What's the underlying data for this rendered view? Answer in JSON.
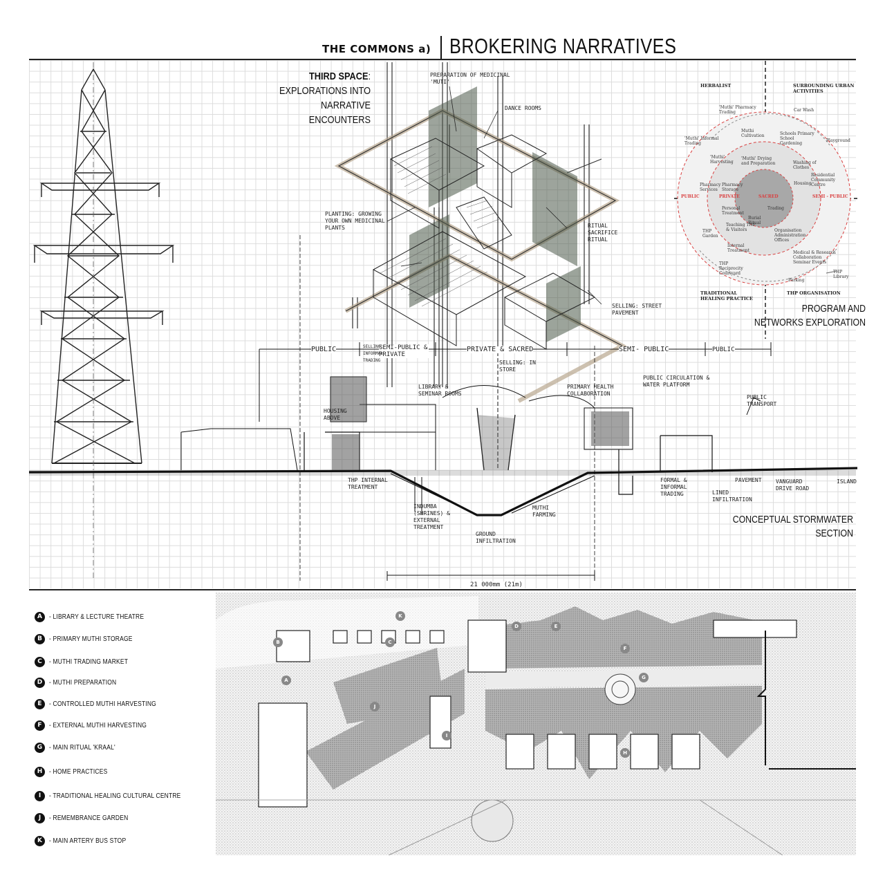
{
  "header": {
    "title_left": "THE COMMONS a)",
    "title_right": "BROKERING NARRATIVES"
  },
  "third_space": {
    "bold": "THIRD SPACE",
    "colon": ":",
    "lines": [
      "EXPLORATIONS INTO",
      "NARRATIVE",
      "ENCOUNTERS"
    ]
  },
  "axon_notes": {
    "n1": "PREPARATION OF MEDICINAL 'MUTI'",
    "n2": "DANCE ROOMS",
    "n3": "PLANTING: GROWING YOUR OWN MEDICINAL PLANTS",
    "n4": "RITUAL SACRIFICE RITUAL",
    "n5": "SELLING: STREET PAVEMENT"
  },
  "network": {
    "q_tl": "HERBALIST",
    "q_tr": "SURROUNDING URBAN ACTIVITIES",
    "q_bl": "TRADITIONAL HEALING PRACTICE",
    "q_br": "THP ORGANISATION",
    "axis_left": "PUBLIC",
    "axis_center": "SACRED",
    "axis_right": "SEMI - PUBLIC",
    "axis_pl": "PRIVATE",
    "items": [
      "'Muthi' Pharmacy Trading",
      "Car Wash",
      "'Muthi' Informal Trading",
      "Muthi Cultivation",
      "Schools Primary School Gardening",
      "Playground",
      "'Muthi' Harvesting",
      "'Muthi' Drying and Preparation",
      "Washing of Clothes",
      "Pharmacy Services",
      "Pharmacy Storage",
      "Residential Community Centre",
      "Housing",
      "Personal Treatment",
      "Burial Ritual",
      "Trading",
      "Teaching THP & Visitors",
      "THP Garden",
      "Organisation Administration Offices",
      "Internal Treatment",
      "Medical & Research Collaboration Seminar Events",
      "THP Reciprocity Courtyard",
      "THP Library",
      "Parking"
    ],
    "caption": [
      "PROGRAM AND",
      "NETWORKS EXPLORATION"
    ]
  },
  "section": {
    "zones": [
      "PUBLIC",
      "SEMI-PUBLIC & PRIVATE",
      "PRIVATE & SACRED",
      "SEMI- PUBLIC",
      "PUBLIC"
    ],
    "notes": {
      "library": "LIBRARY & SEMINAR ROOMS",
      "health": "PRIMARY HEALTH COLLABORATION",
      "circ": "PUBLIC CIRCULATION & WATER PLATFORM",
      "transport": "PUBLIC TRANSPORT",
      "housing": "HOUSING ABOVE",
      "selling": "SELLING: INFORMAL TRADING",
      "selling2": "SELLING: IN STORE",
      "thp": "THP INTERNAL TREATMENT",
      "ndumba": "INDUMBA (SHRINES) & EXTERNAL TREATMENT",
      "ground": "GROUND INFILTRATION",
      "farming": "MUTHI FARMING",
      "formal": "FORMAL & INFORMAL TRADING",
      "lined": "LINED INFILTRATION",
      "pavement": "PAVEMENT",
      "vanguard": "VANGUARD DRIVE ROAD",
      "island": "ISLAND",
      "scale": "21 000mm (21m)"
    },
    "caption": "CONCEPTUAL STORMWATER SECTION"
  },
  "legend": [
    {
      "key": "A",
      "label": "- LIBRARY & LECTURE THEATRE"
    },
    {
      "key": "B",
      "label": "- PRIMARY MUTHI STORAGE"
    },
    {
      "key": "C",
      "label": "- MUTHI TRADING MARKET"
    },
    {
      "key": "D",
      "label": "- MUTHI PREPARATION"
    },
    {
      "key": "E",
      "label": "- CONTROLLED MUTHI HARVESTING"
    },
    {
      "key": "F",
      "label": "- EXTERNAL MUTHI HARVESTING"
    },
    {
      "key": "G",
      "label": "- MAIN RITUAL 'KRAAL'"
    },
    {
      "key": "H",
      "label": "- HOME PRACTICES"
    },
    {
      "key": "I",
      "label": "- TRADITIONAL HEALING CULTURAL CENTRE"
    },
    {
      "key": "J",
      "label": "- REMEMBRANCE GARDEN"
    },
    {
      "key": "K",
      "label": "- MAIN ARTERY BUS STOP"
    }
  ],
  "plan_markers": [
    "K",
    "B",
    "C",
    "A",
    "D",
    "E",
    "F",
    "G",
    "J",
    "I",
    "H"
  ],
  "colors": {
    "ink": "#111111",
    "red_dash": "#d94040",
    "grey_fill": "#8c8c8c",
    "grid": "#d9d9d9"
  }
}
